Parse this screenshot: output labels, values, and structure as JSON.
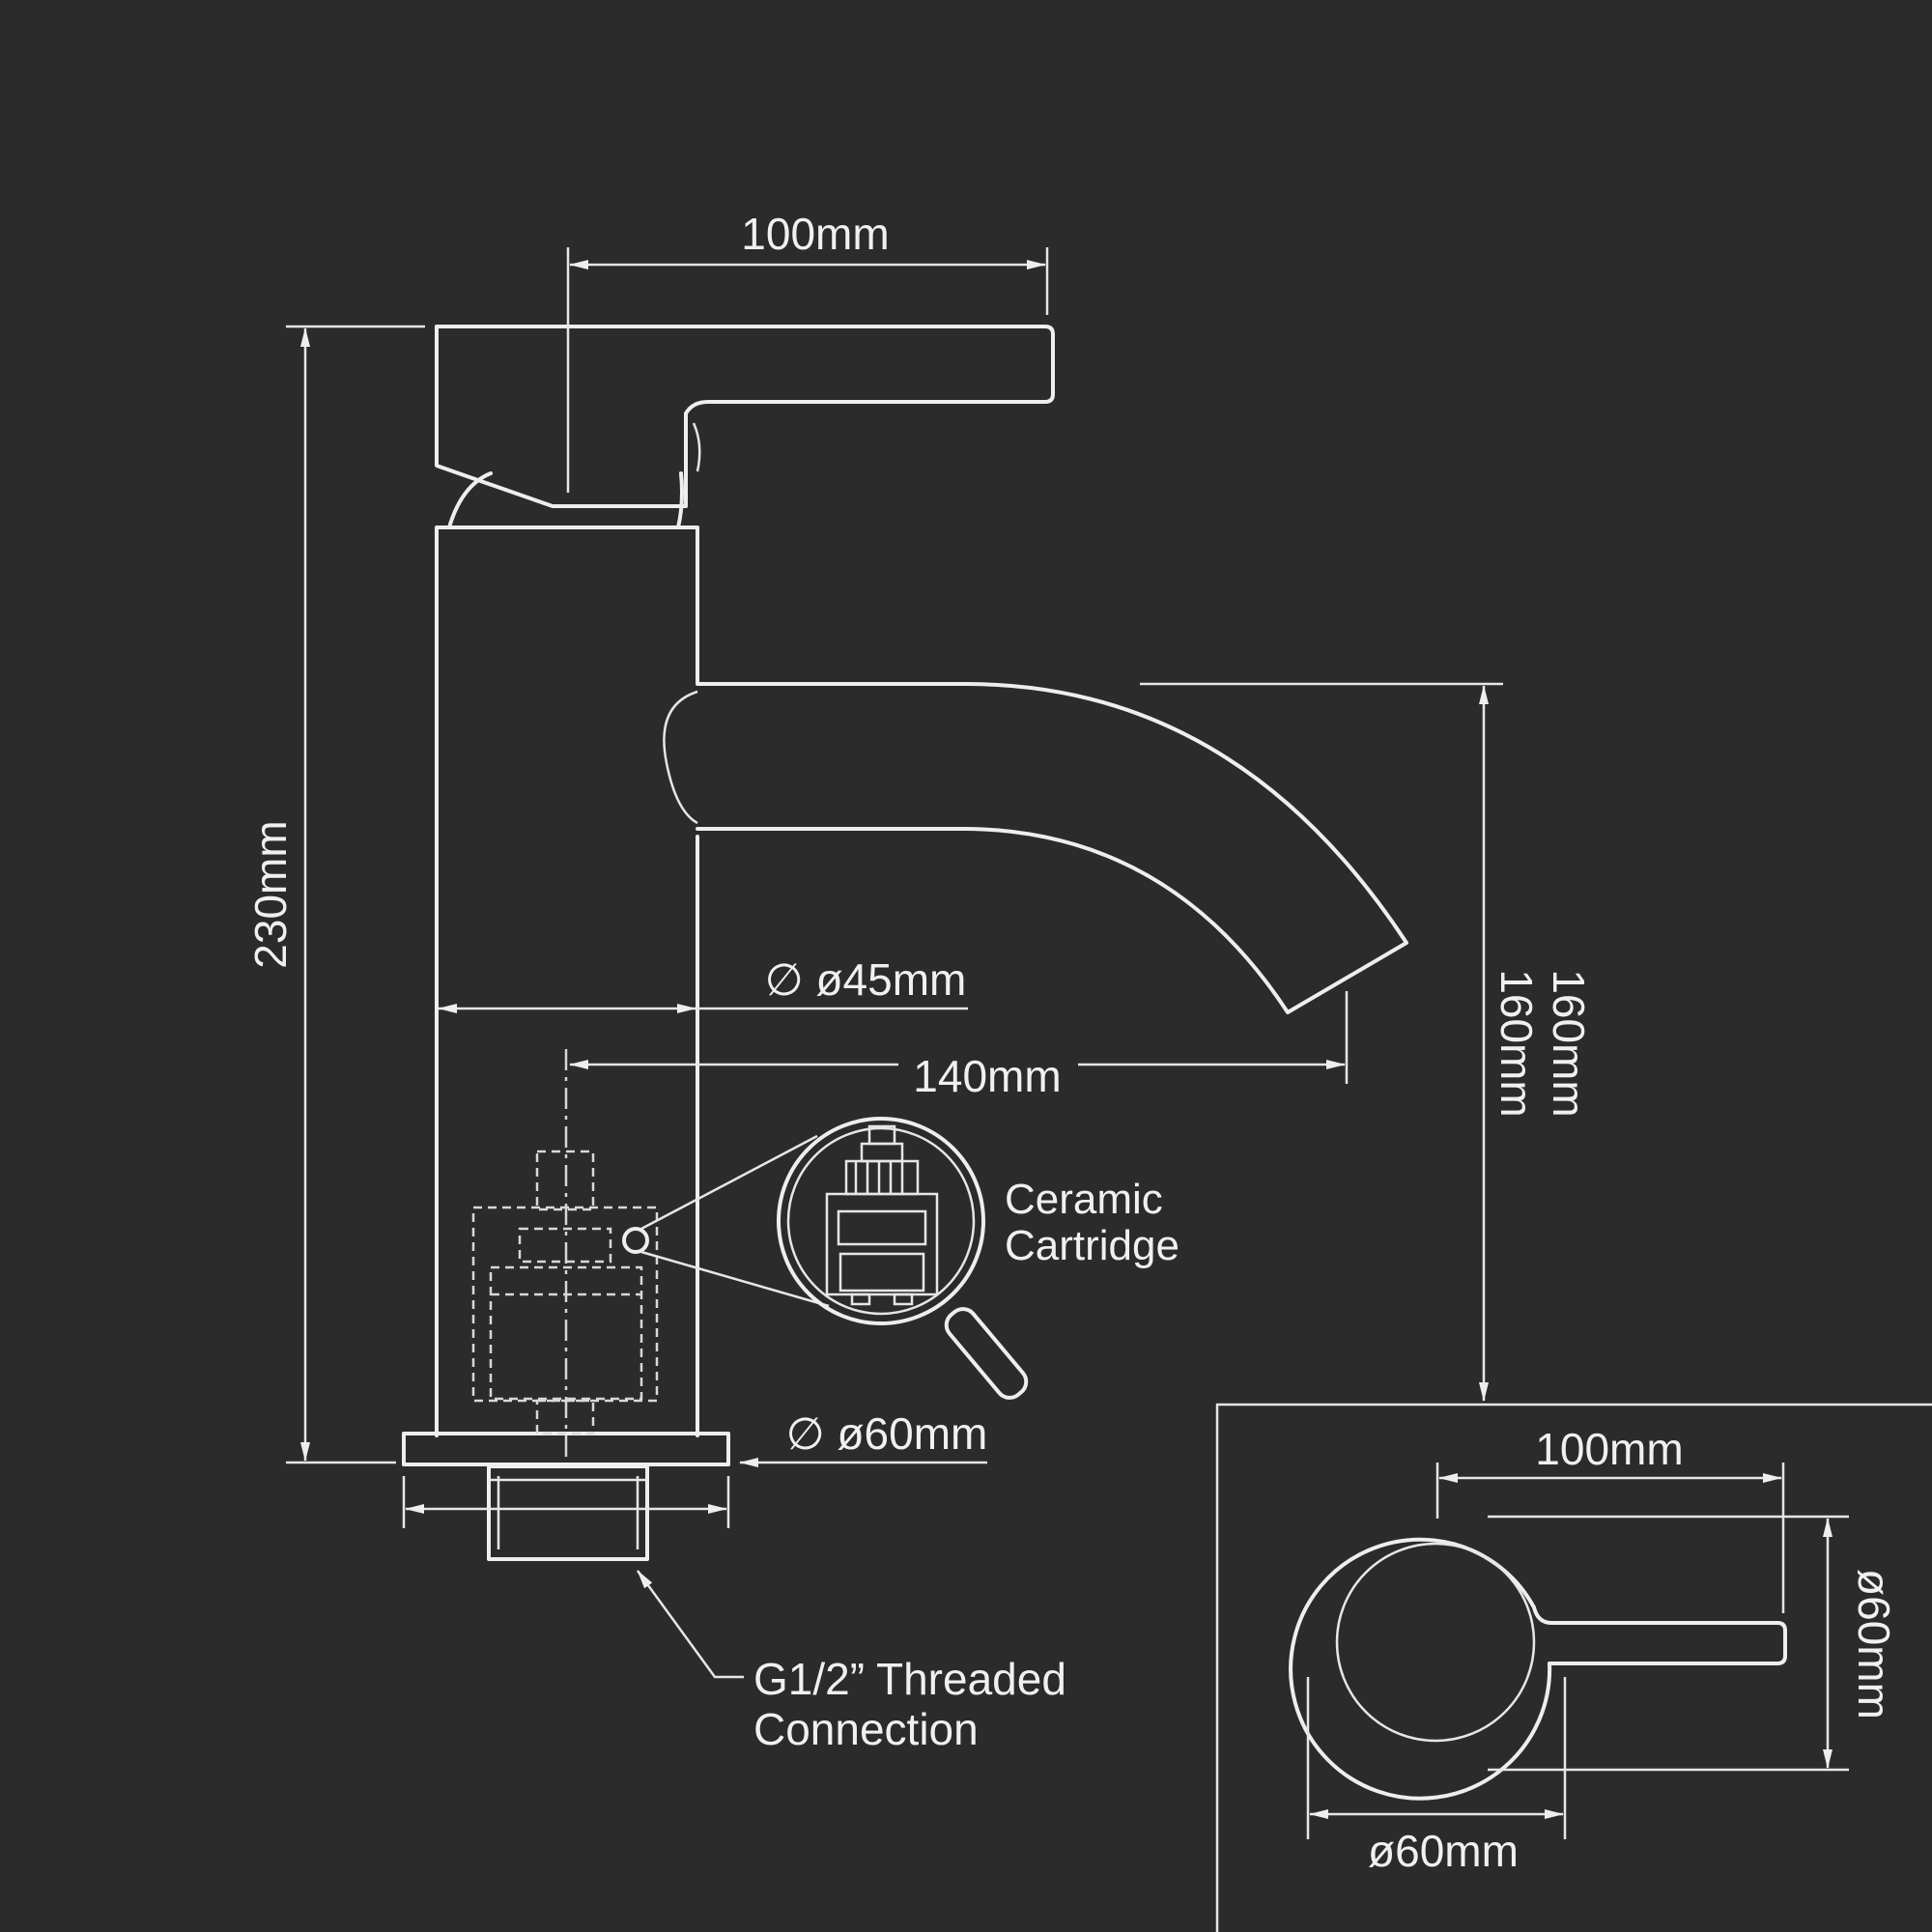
{
  "colors": {
    "background": "#2b2b2b",
    "line": "#eeeeee"
  },
  "dimensions": {
    "handle_length": "100mm",
    "total_height": "230mm",
    "spout_height_1": "160mm",
    "spout_height_2": "160mm",
    "body_diameter": "∅ ø45mm",
    "spout_reach": "140mm",
    "base_diameter": "∅ ø60mm"
  },
  "callouts": {
    "cartridge_line1": "Ceramic",
    "cartridge_line2": "Cartridge",
    "thread_line1": "G1/2” Threaded",
    "thread_line2": "Connection"
  },
  "plan_view": {
    "handle_length": "100mm",
    "height": "ø60mm",
    "diameter": "ø60mm"
  },
  "icons": {
    "zoom": "magnifier-icon"
  }
}
